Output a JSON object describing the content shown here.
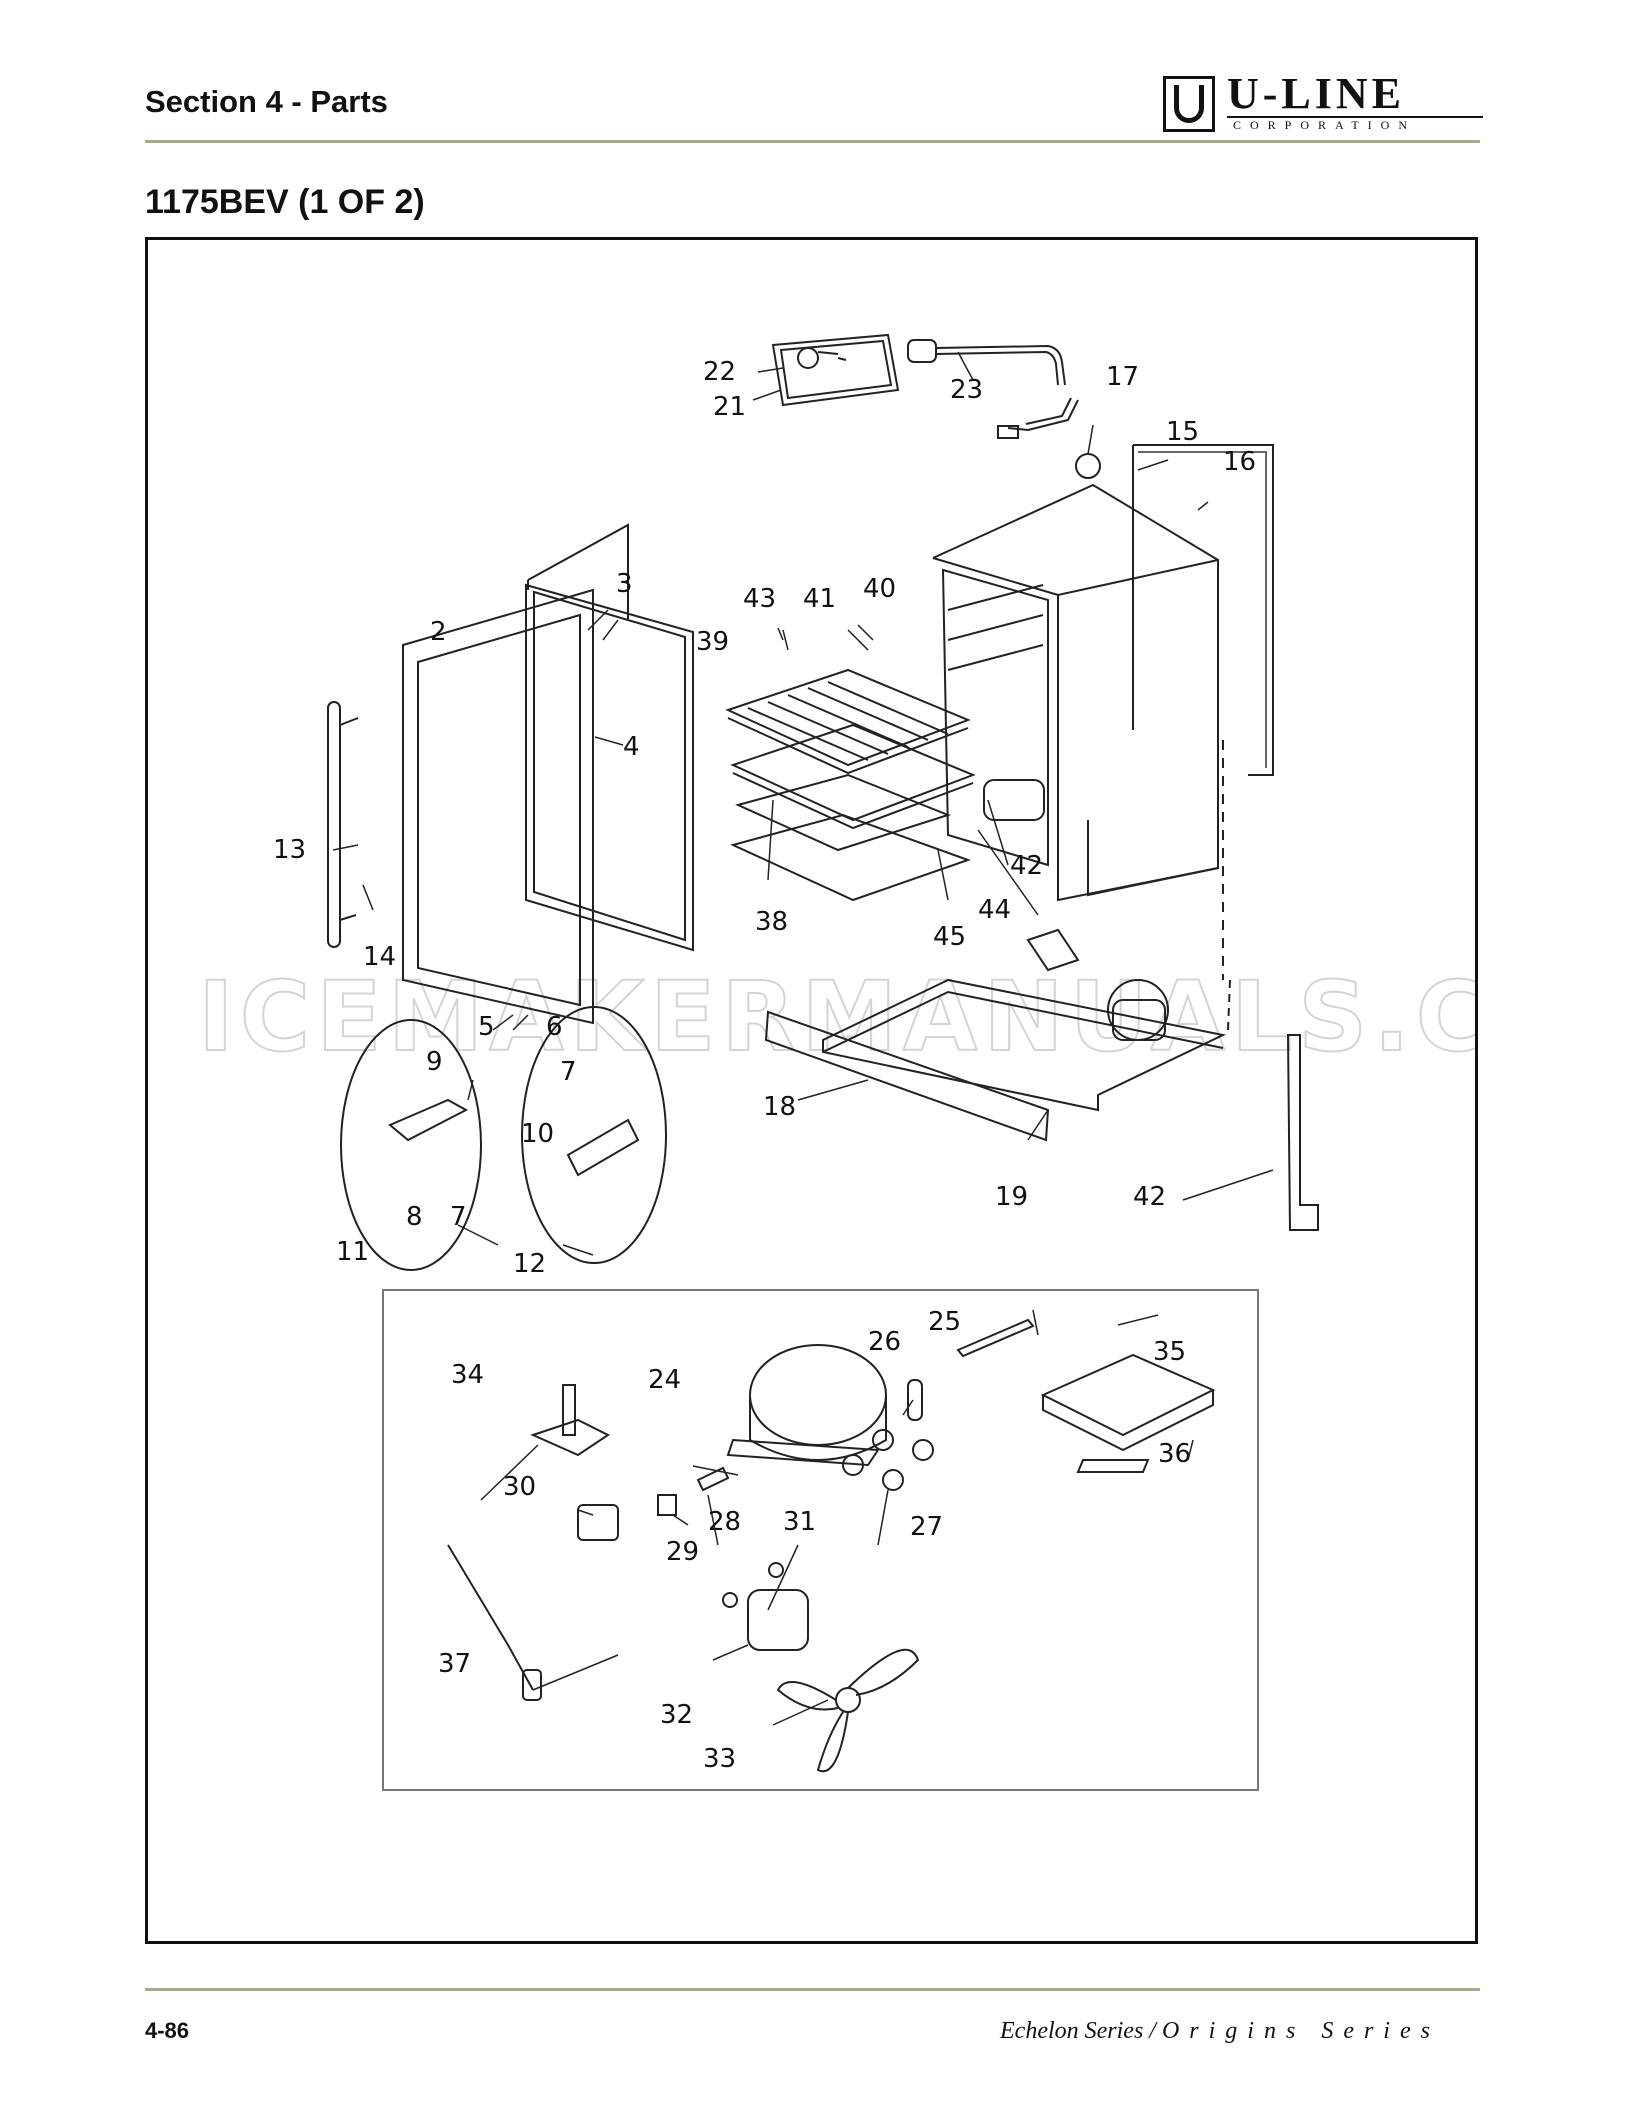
{
  "header": {
    "section_title": "Section 4 - Parts",
    "logo_name": "U-LINE",
    "logo_sub": "CORPORATION"
  },
  "model_title": "1175BEV (1 OF 2)",
  "watermark": "ICEMAKERMANUALS.COM",
  "callouts": [
    "2",
    "3",
    "4",
    "5",
    "6",
    "7",
    "7",
    "8",
    "9",
    "10",
    "11",
    "12",
    "13",
    "14",
    "15",
    "16",
    "17",
    "18",
    "19",
    "21",
    "22",
    "23",
    "24",
    "25",
    "26",
    "27",
    "28",
    "29",
    "30",
    "31",
    "32",
    "33",
    "34",
    "35",
    "36",
    "37",
    "38",
    "39",
    "40",
    "41",
    "42",
    "42",
    "43",
    "44",
    "45"
  ],
  "footer": {
    "page_number": "4-86",
    "series_left": "Echelon Series",
    "series_sep": "/",
    "series_right": "Origins Series"
  },
  "colors": {
    "rule": "#a9a888",
    "ink": "#111111",
    "watermark": "#d4d4d4"
  }
}
